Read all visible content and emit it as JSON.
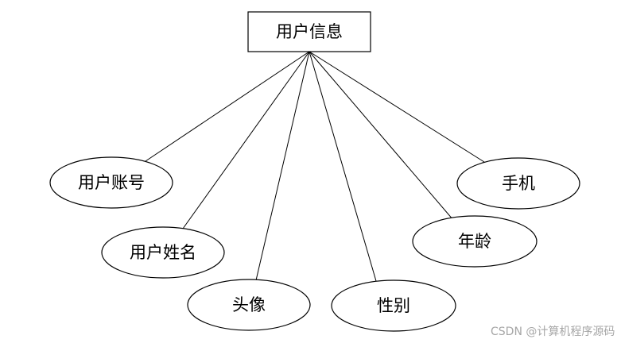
{
  "diagram": {
    "entity": {
      "label": "用户信息"
    },
    "attributes": [
      {
        "label": "用户账号"
      },
      {
        "label": "用户姓名"
      },
      {
        "label": "头像"
      },
      {
        "label": "性别"
      },
      {
        "label": "年龄"
      },
      {
        "label": "手机"
      }
    ]
  },
  "watermark": {
    "text": "CSDN @计算机程序源码"
  },
  "colors": {
    "stroke": "#000000",
    "fill": "#ffffff",
    "watermark": "#a6a6a6"
  }
}
